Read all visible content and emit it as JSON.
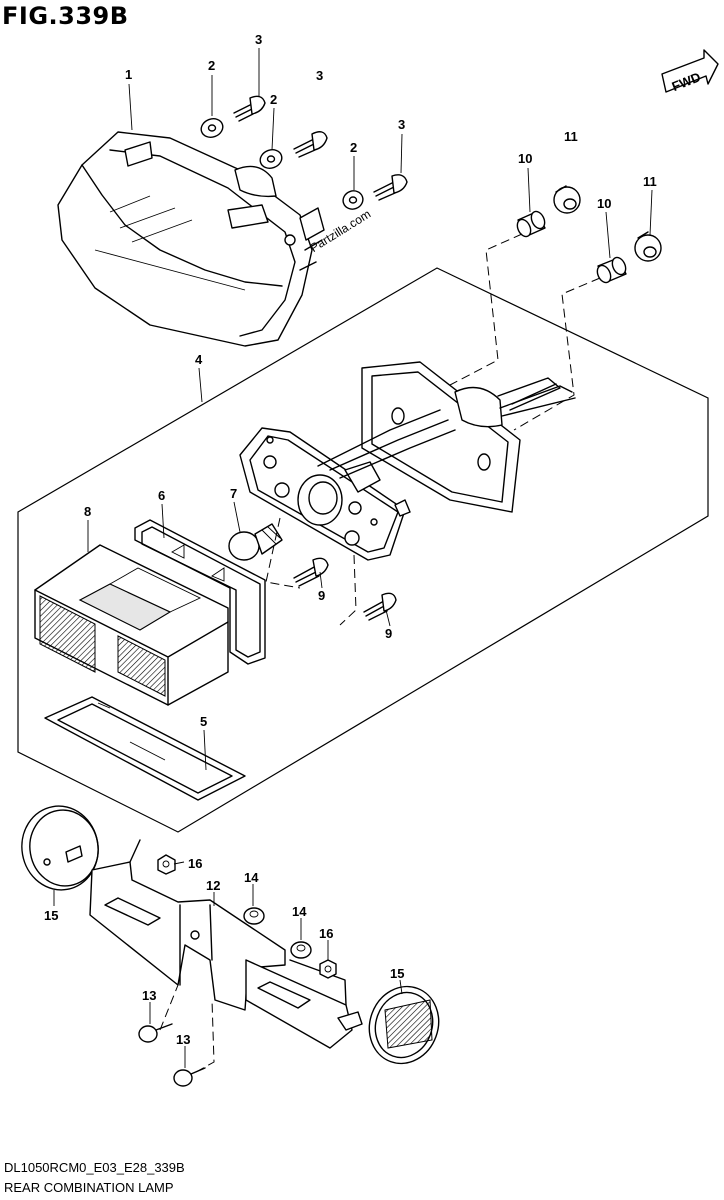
{
  "figure": {
    "title": "FIG.339B",
    "fwd_label": "FWD",
    "watermark": "Partzilla.com",
    "footer_code": "DL1050RCM0_E03_E28_339B",
    "footer_name": "REAR COMBINATION LAMP"
  },
  "callouts": [
    {
      "id": "c-1",
      "label": "1"
    },
    {
      "id": "c-2a",
      "label": "2"
    },
    {
      "id": "c-3a",
      "label": "3"
    },
    {
      "id": "c-3b",
      "label": "3"
    },
    {
      "id": "c-2b",
      "label": "2"
    },
    {
      "id": "c-3c",
      "label": "3"
    },
    {
      "id": "c-2c",
      "label": "2"
    },
    {
      "id": "c-11a",
      "label": "11"
    },
    {
      "id": "c-10a",
      "label": "10"
    },
    {
      "id": "c-11b",
      "label": "11"
    },
    {
      "id": "c-10b",
      "label": "10"
    },
    {
      "id": "c-4",
      "label": "4"
    },
    {
      "id": "c-6",
      "label": "6"
    },
    {
      "id": "c-7",
      "label": "7"
    },
    {
      "id": "c-8",
      "label": "8"
    },
    {
      "id": "c-9a",
      "label": "9"
    },
    {
      "id": "c-9b",
      "label": "9"
    },
    {
      "id": "c-5",
      "label": "5"
    },
    {
      "id": "c-16a",
      "label": "16"
    },
    {
      "id": "c-15a",
      "label": "15"
    },
    {
      "id": "c-12",
      "label": "12"
    },
    {
      "id": "c-14a",
      "label": "14"
    },
    {
      "id": "c-14b",
      "label": "14"
    },
    {
      "id": "c-16b",
      "label": "16"
    },
    {
      "id": "c-15b",
      "label": "15"
    },
    {
      "id": "c-13a",
      "label": "13"
    },
    {
      "id": "c-13b",
      "label": "13"
    }
  ]
}
